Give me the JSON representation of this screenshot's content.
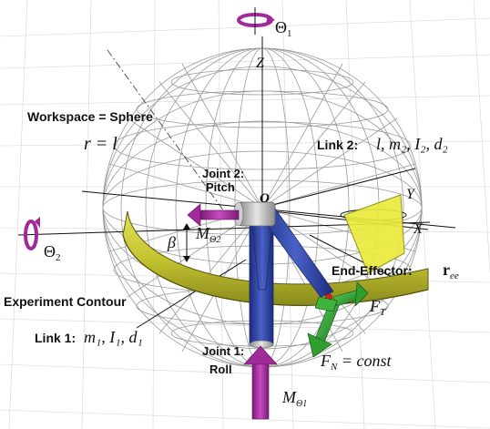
{
  "labels": {
    "theta1": "Θ",
    "theta1_sub": "1",
    "theta2": "Θ",
    "theta2_sub": "2",
    "z_axis": "Z",
    "y_axis": "Y",
    "x_axis": "X",
    "origin": "O",
    "workspace": "Workspace = Sphere",
    "radius_r": "r",
    "radius_eq": " = l",
    "link2": "Link 2:",
    "link2_params": "l, m₂, I₂, d₂",
    "joint2_line1": "Joint 2:",
    "joint2_line2": "Pitch",
    "m_theta2": "M",
    "m_theta2_sub": "Θ2",
    "beta": "β",
    "end_effector": "End-Effector:",
    "r_ee": "r",
    "r_ee_sub": "ee",
    "experiment_contour": "Experiment Contour",
    "f_t": "F",
    "f_t_sub": "T",
    "link1": "Link 1:",
    "link1_params": "m₁, I₁, d₁",
    "joint1_line1": "Joint 1:",
    "joint1_line2": "Roll",
    "f_n": "F",
    "f_n_sub": "N",
    "f_n_eq": " = const",
    "m_theta1": "M",
    "m_theta1_sub": "Θ1"
  },
  "colors": {
    "sphere_mesh": "#9a9a9a",
    "contour_band": "#c8c83a",
    "contour_band_dark": "#8e8e1e",
    "contour_fin": "#ecec3a",
    "link1_blue": "#2c3f9a",
    "link2_blue": "#3a4fb0",
    "torque_arrow": "#a02a9a",
    "force_arrow": "#2e9e2e",
    "joint_gray": "#b8b8b8"
  }
}
